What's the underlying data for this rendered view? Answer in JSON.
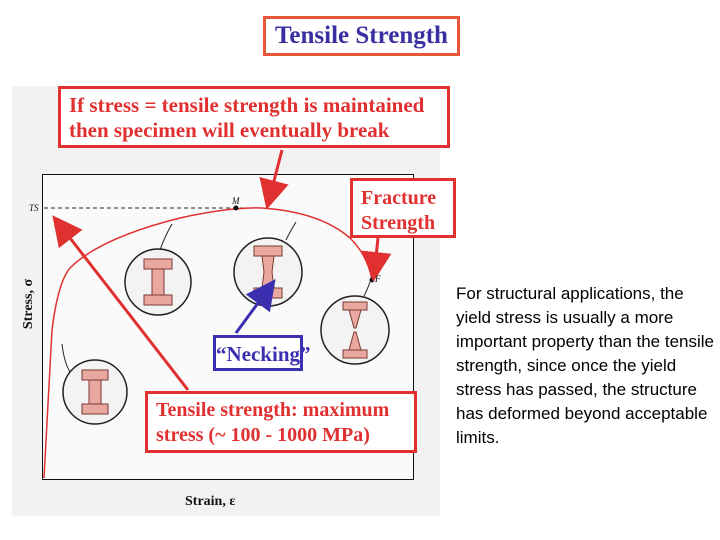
{
  "title": "Tensile Strength",
  "callouts": {
    "top_line1": "If stress = tensile strength is maintained",
    "top_line2": "then specimen will eventually break",
    "fracture_line1": "Fracture",
    "fracture_line2": "Strength",
    "necking": "“Necking”",
    "tensile_line1": "Tensile strength: maximum",
    "tensile_line2": "stress (~ 100 - 1000 MPa)"
  },
  "axes": {
    "x_label": "Strain, ε",
    "y_label": "Stress, σ",
    "ts_label": "TS",
    "m_label": "M",
    "f_label": "F"
  },
  "side_note": "For structural applications, the yield stress is usually a more important property than the tensile strength, since once the yield stress has passed, the structure has deformed beyond acceptable limits.",
  "colors": {
    "callout_red": "#e03030",
    "necking_blue": "#3b2fb0",
    "title_border": "#e8563a",
    "curve_red": "#e03030",
    "specimen_pink": "#e8a8a0"
  }
}
